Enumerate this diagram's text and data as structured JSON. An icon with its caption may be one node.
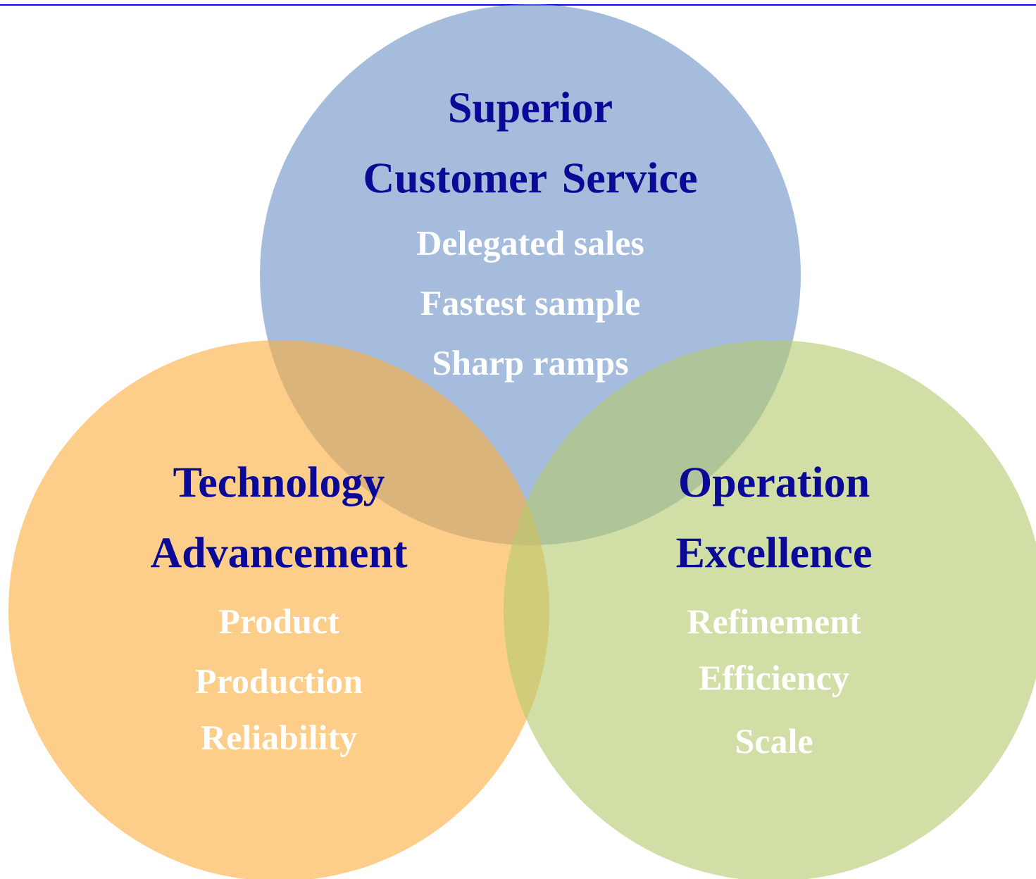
{
  "diagram": {
    "nodes": [
      {
        "text": [
          "Superior Customer Service",
          "Delegated sales",
          "Fastest sample",
          "Sharp ramps"
        ]
      },
      {
        "text": [
          "Technology Advancement",
          "Product",
          "Production",
          "Reliability"
        ]
      },
      {
        "text": [
          "Operation Excellence",
          "Refinement",
          "Efficiency",
          "Scale"
        ]
      }
    ]
  }
}
